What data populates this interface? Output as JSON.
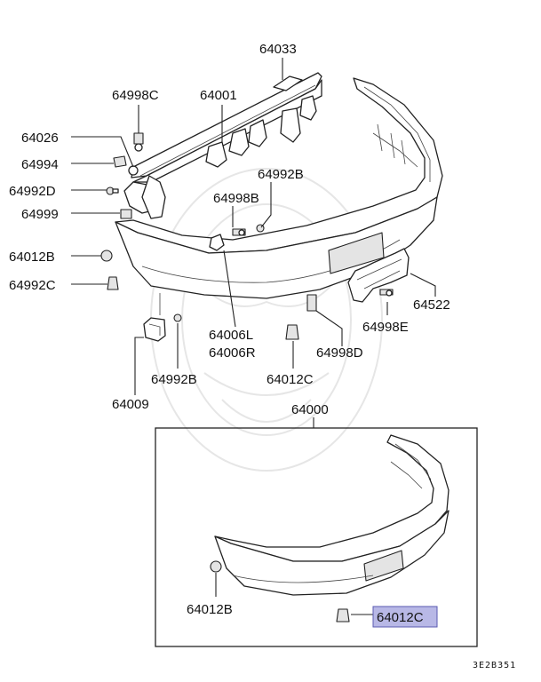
{
  "callouts": {
    "c64033": "64033",
    "c64998C": "64998C",
    "c64001": "64001",
    "c64026": "64026",
    "c64994": "64994",
    "c64992B_top": "64992B",
    "c64992D": "64992D",
    "c64998B": "64998B",
    "c64999": "64999",
    "c64012B_top": "64012B",
    "c64992C": "64992C",
    "c64522": "64522",
    "c64998E": "64998E",
    "c64006L": "64006L",
    "c64006R": "64006R",
    "c64998D": "64998D",
    "c64992B_bottom": "64992B",
    "c64012C_top": "64012C",
    "c64009": "64009",
    "c64000": "64000",
    "c64012B_bottom": "64012B",
    "c64012C_highlight": "64012C"
  },
  "diagram_code": "3E2B351",
  "highlight_color": "#b8b8e6"
}
